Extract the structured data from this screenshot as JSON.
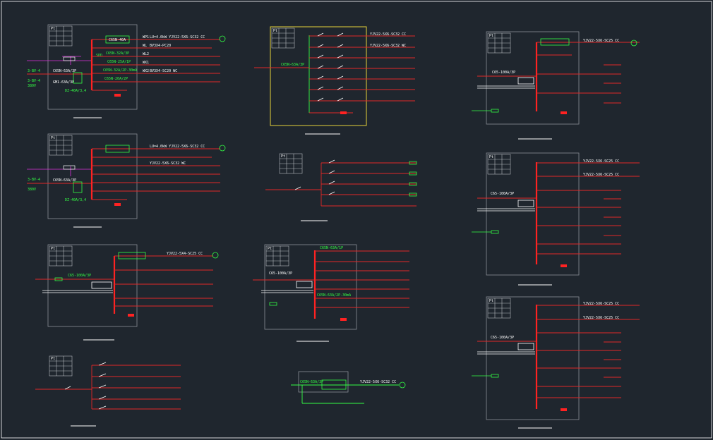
{
  "colors": {
    "background": "#1f262e",
    "frame": "#8a8f96",
    "bus": "#ff2222",
    "feeder": "#e02828",
    "component": "#33ff44",
    "text": "#ffffff",
    "control": "#dd33dd",
    "highlight_frame": "#e6d23a",
    "grid": "#b5b9bf"
  },
  "panel_tag": "Pt",
  "labels": {
    "a_main_breaker": "C65N-63A/3P",
    "a_meter": "GM1-63A/3P",
    "a_spd": "DZ-40A/3,4",
    "a_in1": "3-BV-4",
    "a_in2": "3-BV-4",
    "a_in3": "380V",
    "a_f1_breaker": "C65N-40A",
    "a_f1_id": "WP1",
    "a_f1_text": "LU=4.0kW  YJV22-5X6-SC32 CC",
    "a_f2_breaker": "C65N-32A/3P",
    "a_f2_id": "WL",
    "a_f2_text": "BV3X4-PC20",
    "a_f3_breaker": "C65N-25A/1P",
    "a_f3_id": "WL2",
    "a_f4_breaker": "C65N-32A/2P-30mA",
    "a_f4_id": "WX1",
    "a_f5_breaker": "C65N-20A/2P",
    "a_f5_id": "WX2",
    "a_f5_text": "BV3X4-SC20 WC",
    "a_tag": "SPD",
    "b_main_breaker": "C65N-63A/3P",
    "b_l1": "YJV22-5X6-SC32 CC",
    "b_l2": "YJV22-5X6-SC32 WC",
    "c_main_breaker": "C65-100A/3P",
    "c_f1": "YJV22-5X4-SC25 CC",
    "d_main_breaker": "C65-100A/3P",
    "d_f1": "C65N-63A/1P",
    "d_f2": "C65N-63A/2P-30mA",
    "e_main_breaker": "C65-100A/3P",
    "e_f1": "YJV22-5X6-SC25 CC",
    "f_breaker": "C65N-63A/3P",
    "f_cable": "YJV22-5X6-SC32 CC"
  }
}
